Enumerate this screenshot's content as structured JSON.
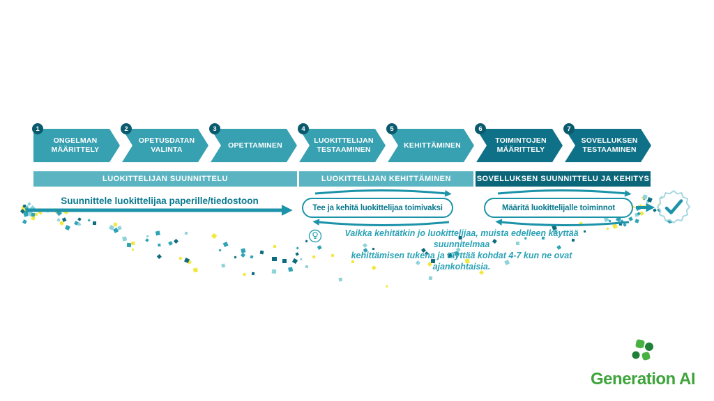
{
  "steps": [
    {
      "num": "1",
      "label": "ONGELMAN MÄÄRITTELY"
    },
    {
      "num": "2",
      "label": "OPETUSDATAN VALINTA"
    },
    {
      "num": "3",
      "label": "OPETTAMINEN"
    },
    {
      "num": "4",
      "label": "LUOKITTELIJAN TESTAAMINEN"
    },
    {
      "num": "5",
      "label": "KEHITTÄMINEN"
    },
    {
      "num": "6",
      "label": "TOIMINTOJEN MÄÄRITTELY"
    },
    {
      "num": "7",
      "label": "SOVELLUKSEN TESTAAMINEN"
    }
  ],
  "phases": [
    {
      "label": "LUOKITTELIJAN SUUNNITTELU"
    },
    {
      "label": "LUOKITTELIJAN KEHITTÄMINEN"
    },
    {
      "label": "SOVELLUKSEN SUUNNITTELU JA KEHITYS"
    }
  ],
  "flow": {
    "plan_label": "Suunnittele luokittelijaa paperille/tiedostoon",
    "build_box_label": "Tee ja kehitä luokittelijaa toimivaksi",
    "actions_box_label": "Määritä luokittelijalle toiminnot"
  },
  "note": {
    "line1": "Vaikka kehitätkin jo luokittelijaa, muista edelleen käyttää suunnitelmaa",
    "line2": "kehittämisen tukena ja täyttää kohdat 4-7 kun ne ovat ajankohtaisia."
  },
  "logo": {
    "text": "Generation AI"
  },
  "colors": {
    "teal": "#37A0B1",
    "teal_dark": "#0F7187",
    "badge": "#0A5A6E",
    "bar_light": "#5BB4C1",
    "bar_dark": "#0C6679",
    "arrow": "#1C93A9",
    "label_text": "#0B7A90",
    "note_text": "#2BA2B5",
    "seal_stroke": "#A7D8DF",
    "logo_green": "#3FA43B",
    "confetti": [
      "#2FA3B4",
      "#0E6B7E",
      "#F2E73F",
      "#8ED2DA"
    ]
  }
}
